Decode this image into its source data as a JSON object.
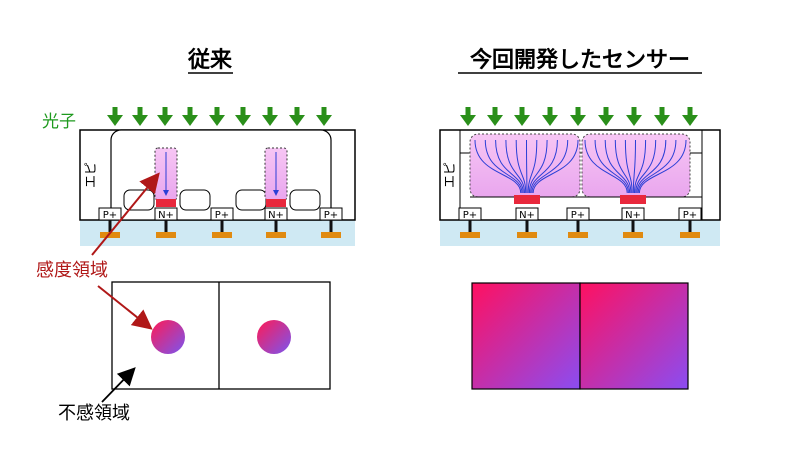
{
  "titles": {
    "left": "従来",
    "right": "今回開発したセンサー"
  },
  "labels": {
    "photon": "光子",
    "epi_left": "エピ",
    "epi_right": "エピ",
    "sensitive": "感度領域",
    "insensitive": "不感領域",
    "p_plus": "P+",
    "n_plus": "N+"
  },
  "colors": {
    "arrow_green": "#2a8f1a",
    "label_green": "#1e9a1e",
    "label_red": "#b01818",
    "pad_orange": "#e08a10",
    "substrate": "#cfe9f3",
    "pink_fill": "#f2b9f0",
    "n_plus_red": "#e8283c",
    "field_line_blue": "#2a3fd6"
  },
  "icons": {
    "photon_arrow": "down-arrow-icon",
    "pointer_arrow": "pointer-arrow-icon"
  }
}
